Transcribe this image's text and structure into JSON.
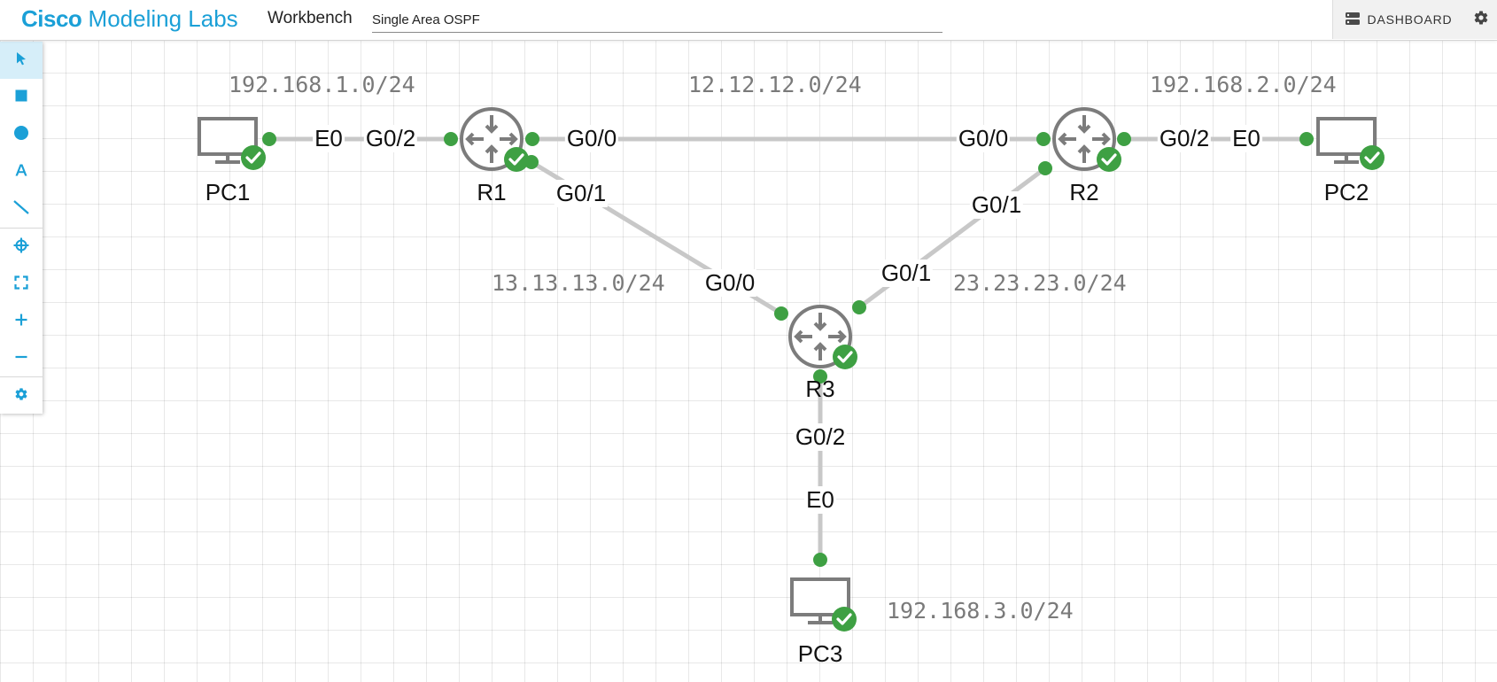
{
  "header": {
    "brand_bold": "Cisco",
    "brand_light": "Modeling Labs",
    "section": "Workbench",
    "lab_title": "Single Area OSPF",
    "dashboard_label": "DASHBOARD"
  },
  "toolbar": {
    "tools": [
      {
        "name": "select-tool",
        "icon": "pointer-icon"
      },
      {
        "name": "rectangle-tool",
        "icon": "square-icon"
      },
      {
        "name": "ellipse-tool",
        "icon": "circle-icon"
      },
      {
        "name": "text-tool",
        "icon": "text-a-icon"
      },
      {
        "name": "line-tool",
        "icon": "line-icon"
      },
      {
        "name": "center-tool",
        "icon": "crosshair-icon"
      },
      {
        "name": "fit-tool",
        "icon": "fullscreen-icon"
      },
      {
        "name": "zoom-in-tool",
        "icon": "plus-icon"
      },
      {
        "name": "zoom-out-tool",
        "icon": "minus-icon"
      },
      {
        "name": "canvas-settings-tool",
        "icon": "gear-icon"
      }
    ]
  },
  "colors": {
    "brand": "#1ba0d7",
    "status_ok": "#3ea043",
    "link": "#c8c8c8",
    "device": "#7c7c7c"
  },
  "nodes": {
    "pc1": "PC1",
    "r1": "R1",
    "r2": "R2",
    "pc2": "PC2",
    "r3": "R3",
    "pc3": "PC3"
  },
  "interfaces": {
    "pc1_e0": "E0",
    "r1_g02": "G0/2",
    "r1_g00": "G0/0",
    "r1_g01": "G0/1",
    "r2_g00": "G0/0",
    "r2_g01": "G0/1",
    "r2_g02": "G0/2",
    "pc2_e0": "E0",
    "r3_g00": "G0/0",
    "r3_g01": "G0/1",
    "r3_g02": "G0/2",
    "pc3_e0": "E0"
  },
  "subnets": {
    "lan1": "192.168.1.0/24",
    "r1_r2": "12.12.12.0/24",
    "lan2": "192.168.2.0/24",
    "r1_r3": "13.13.13.0/24",
    "r2_r3": "23.23.23.0/24",
    "lan3": "192.168.3.0/24"
  }
}
